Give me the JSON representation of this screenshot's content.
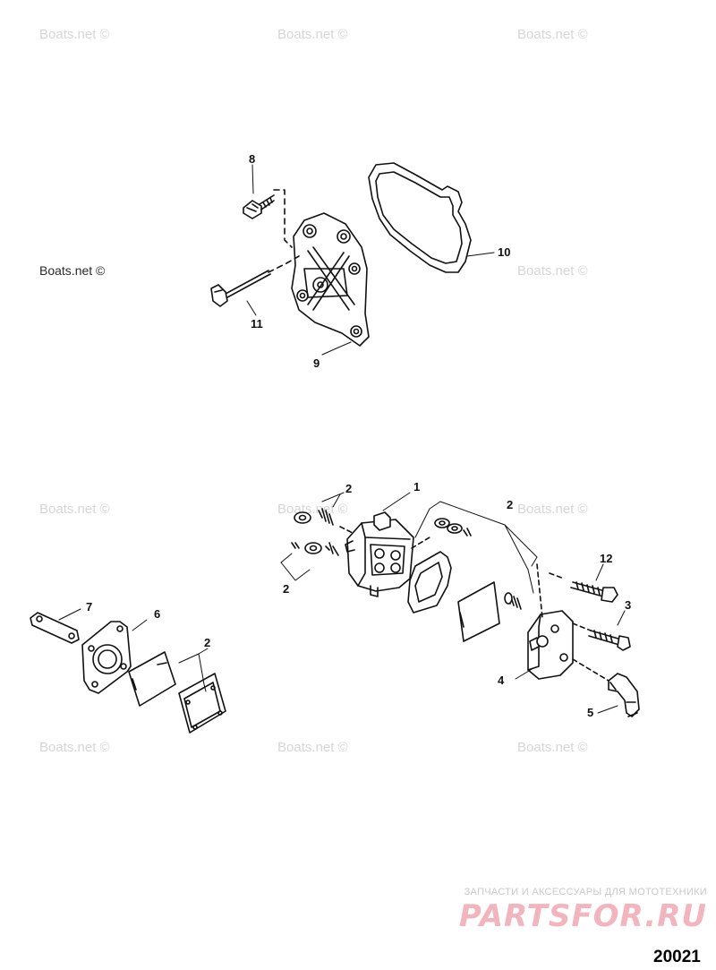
{
  "watermark": "Boats.net ©",
  "callouts": {
    "c1": "1",
    "c2a": "2",
    "c2b": "2",
    "c2c": "2",
    "c2d": "2",
    "c3": "3",
    "c4": "4",
    "c5": "5",
    "c6": "6",
    "c7": "7",
    "c8": "8",
    "c9": "9",
    "c10": "10",
    "c11": "11",
    "c12": "12"
  },
  "footer": {
    "tagline": "ЗАПЧАСТИ И АКСЕССУАРЫ ДЛЯ МОТОТЕХНИКИ",
    "logo": "PARTSFOR.RU",
    "diagram_number": "20021"
  }
}
